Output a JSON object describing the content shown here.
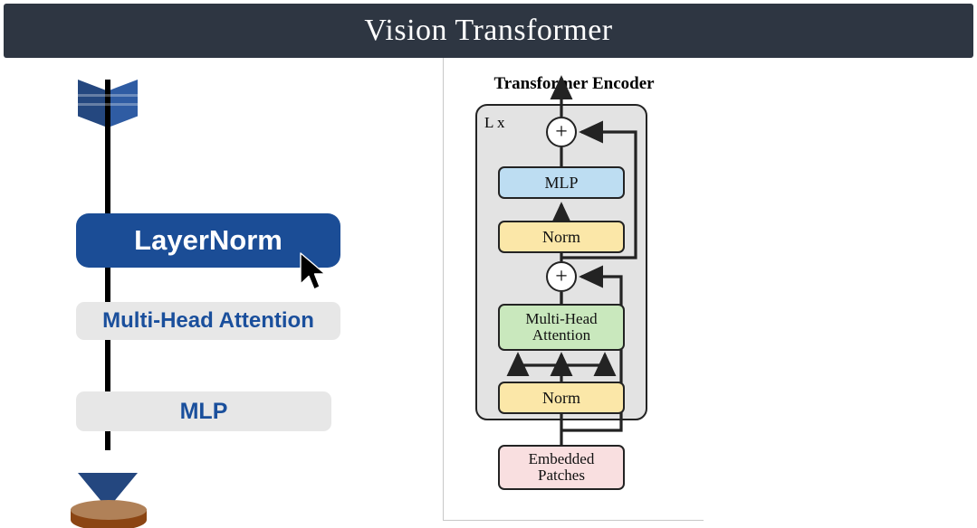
{
  "header": {
    "title": "Vision Transformer"
  },
  "left_panel": {
    "steps": [
      {
        "id": "layernorm",
        "label": "LayerNorm",
        "state": "active"
      },
      {
        "id": "multi-head-attention",
        "label": "Multi-Head Attention",
        "state": "idle"
      },
      {
        "id": "mlp",
        "label": "MLP",
        "state": "idle"
      }
    ],
    "icons": {
      "arrow_fletching": "arrow-fletching-icon",
      "arrow_head": "arrow-head-down-icon",
      "target": "target-cylinder-icon",
      "cursor": "mouse-cursor-icon"
    },
    "colors": {
      "active_bg": "#1b4d96",
      "active_text": "#ffffff",
      "idle_bg": "#e7e7e7",
      "idle_text": "#1a4f9c",
      "spine": "#000000",
      "fletching": "#2a5596",
      "target_top": "#b08158",
      "target_body": "#8b4513"
    }
  },
  "right_panel": {
    "title": "Transformer Encoder",
    "repeat_label": "L x",
    "blocks": [
      {
        "id": "mlp",
        "label": "MLP",
        "color": "#bdddf2"
      },
      {
        "id": "norm-top",
        "label": "Norm",
        "color": "#fbe7a8"
      },
      {
        "id": "multi-head-attn",
        "label": "Multi-Head\nAttention",
        "color": "#c9e8bd"
      },
      {
        "id": "norm-bottom",
        "label": "Norm",
        "color": "#fbe7a8"
      },
      {
        "id": "embedded-patches",
        "label": "Embedded\nPatches",
        "color": "#f9dfe0"
      }
    ],
    "operators": [
      {
        "id": "residual-add-top",
        "symbol": "+"
      },
      {
        "id": "residual-add-bottom",
        "symbol": "+"
      }
    ],
    "colors": {
      "encoder_bg": "#e3e3e3",
      "stroke": "#232323"
    }
  },
  "theme": {
    "header_bg": "#2e3642",
    "page_bg": "#ffffff",
    "panel_border": "#c8c8c8"
  }
}
